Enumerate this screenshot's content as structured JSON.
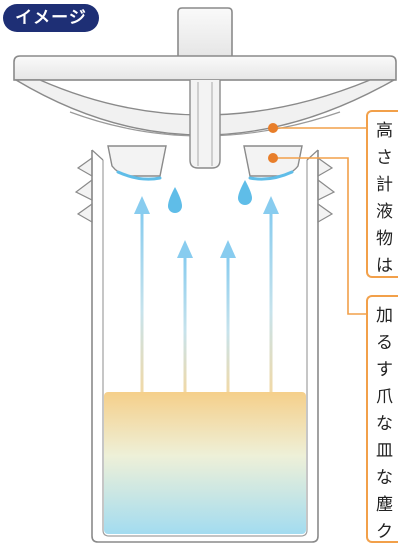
{
  "badge": {
    "label": "イメージ"
  },
  "colors": {
    "badge_bg": "#1e2f75",
    "callout_border": "#f2a04a",
    "callout_dot": "#e87e2a",
    "arrow": "#88ccef",
    "liquid_top": "#f5cf8a",
    "liquid_bottom": "#a3dcf0",
    "droplet": "#5fbde8"
  },
  "notes": {
    "top": [
      "高",
      "さ",
      "計",
      "液",
      "物",
      "は"
    ],
    "bottom": [
      "加",
      "る",
      "す",
      "爪",
      "な",
      "皿",
      "な",
      "塵",
      "ク"
    ]
  }
}
